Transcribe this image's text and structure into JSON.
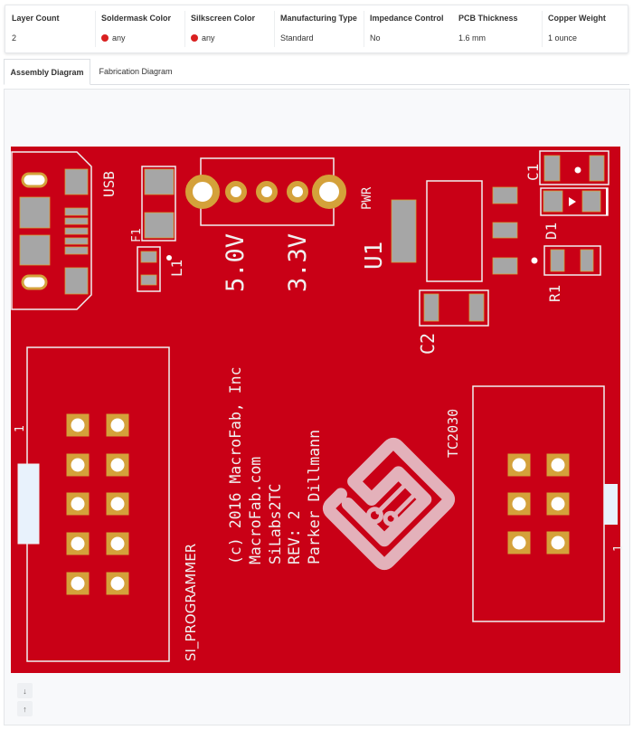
{
  "specs": [
    {
      "label": "Layer Count",
      "value": "2"
    },
    {
      "label": "Soldermask Color",
      "value": "any",
      "swatch": "#d92020"
    },
    {
      "label": "Silkscreen Color",
      "value": "any",
      "swatch": "#d92020"
    },
    {
      "label": "Manufacturing Type",
      "value": "Standard"
    },
    {
      "label": "Impedance Control",
      "value": "No"
    },
    {
      "label": "PCB Thickness",
      "value": "1.6 mm"
    },
    {
      "label": "Copper Weight",
      "value": "1 ounce"
    }
  ],
  "tabs": [
    {
      "label": "Assembly Diagram",
      "active": true
    },
    {
      "label": "Fabrication Diagram",
      "active": false
    }
  ],
  "board": {
    "colors": {
      "soldermask": "#c90016",
      "silk": "#f0f0f0",
      "copper": "#d4a13a",
      "pad": "#a6a6a6",
      "logo": "#e3b1ba"
    },
    "labels": {
      "usb": "USB",
      "f1": "F1",
      "l1": "L1",
      "v5": "5.0V",
      "v33": "3.3V",
      "pwr": "PWR",
      "u1": "U1",
      "c1": "C1",
      "d1": "D1",
      "r1": "R1",
      "c2": "C2",
      "si_programmer": "SI_PROGRAMMER",
      "tc2030": "TC2030",
      "pin1_left": "1",
      "pin1_right": "1"
    },
    "credits": [
      "(c) 2016 MacroFab, Inc",
      "MacroFab.com",
      "SiLabs2TC",
      "REV: 2",
      "Parker Dillmann"
    ]
  },
  "zoom_controls": {
    "down": "↓",
    "up": "↑"
  }
}
